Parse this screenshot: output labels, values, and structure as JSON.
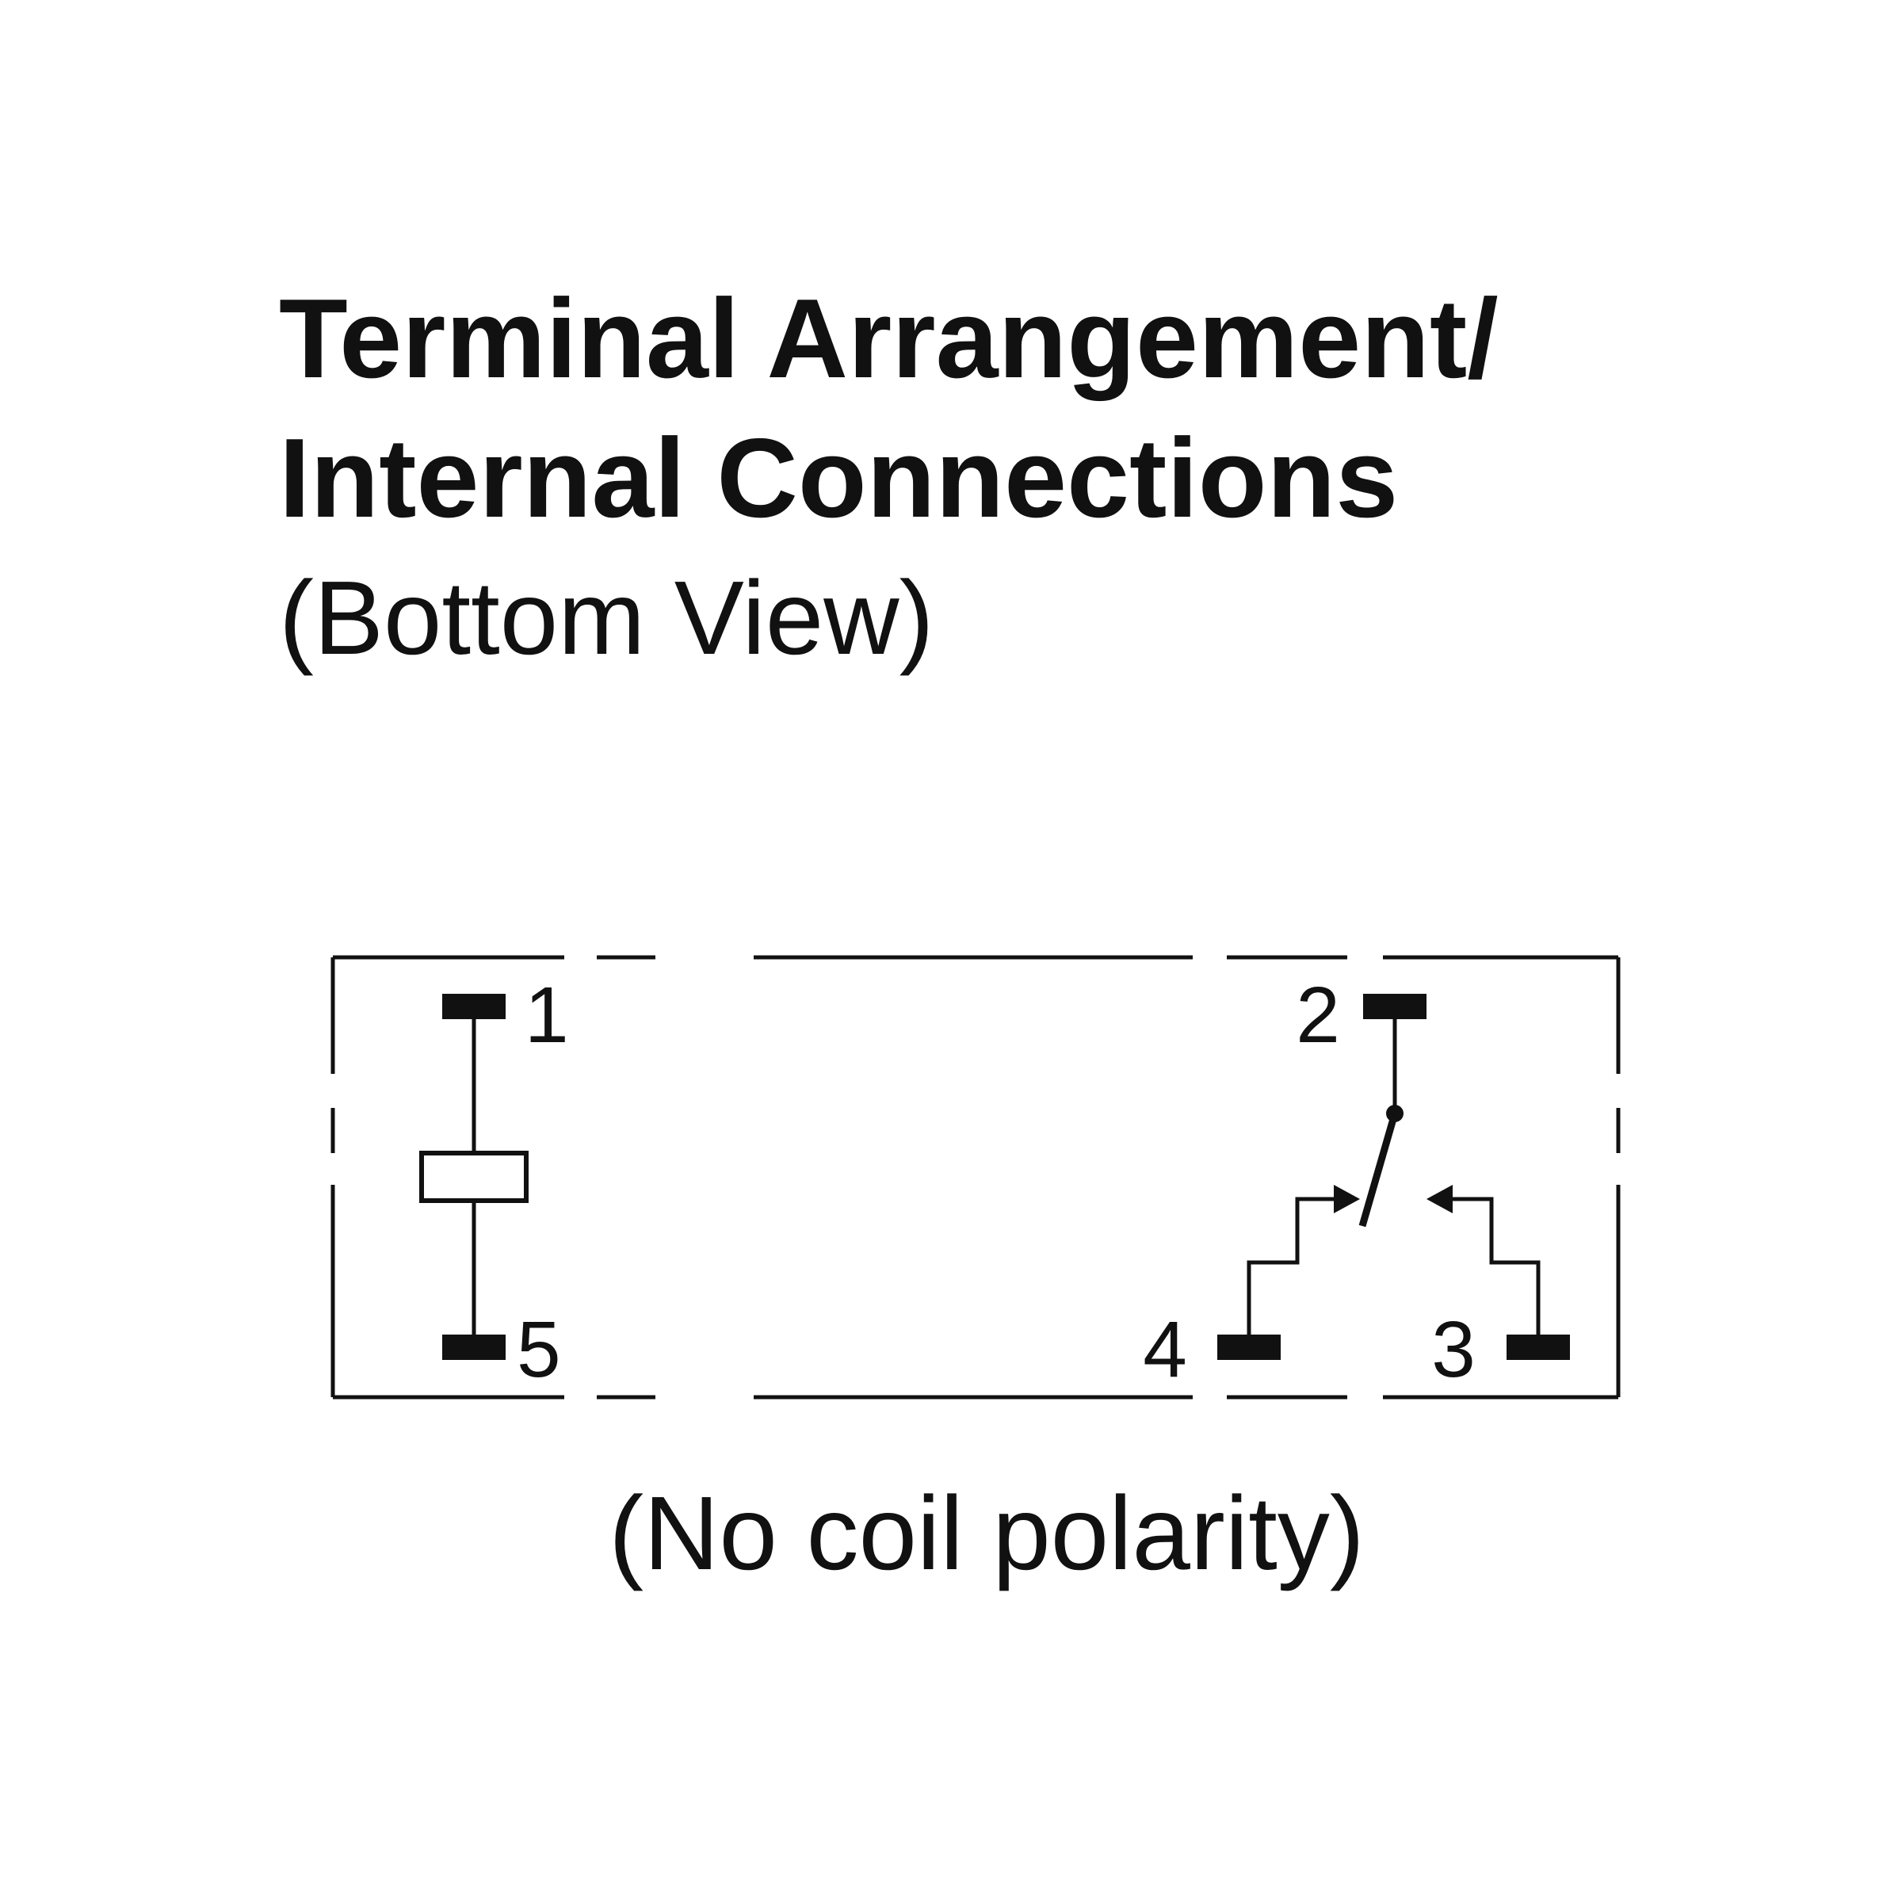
{
  "title": {
    "line1": "Terminal Arrangement/",
    "line2": "Internal Connections",
    "subtitle": "(Bottom View)"
  },
  "terminals": {
    "t1": "1",
    "t2": "2",
    "t3": "3",
    "t4": "4",
    "t5": "5"
  },
  "note": "(No coil polarity)",
  "colors": {
    "ink": "#111111",
    "background": "#ffffff"
  }
}
